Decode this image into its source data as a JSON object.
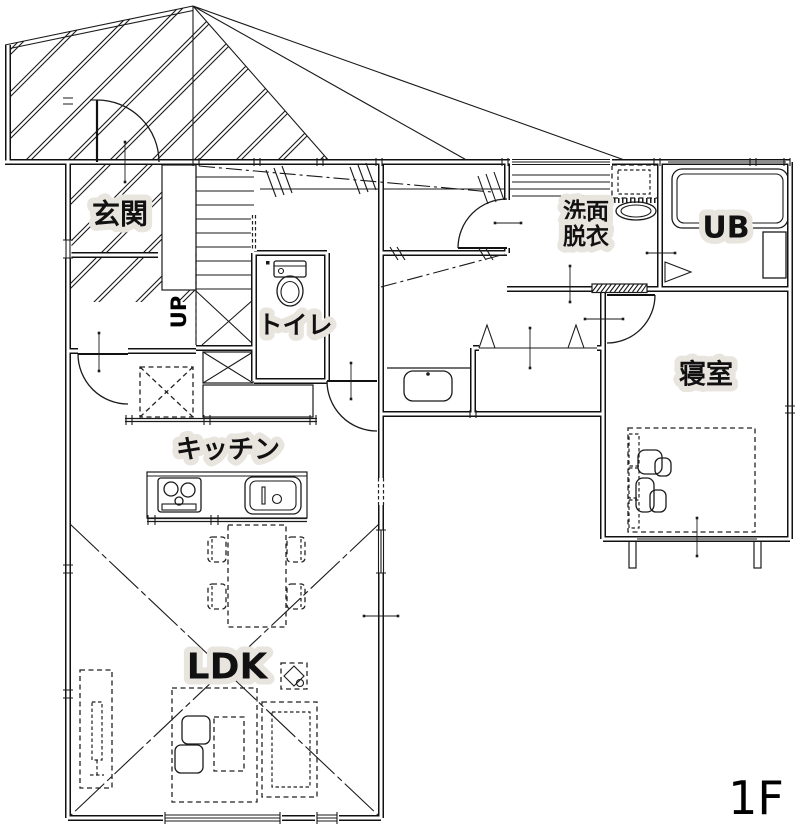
{
  "floor_label": "1F",
  "stairs": {
    "direction_label": "UP"
  },
  "rooms": {
    "genkan": {
      "label": "玄関"
    },
    "toilet": {
      "label": "トイレ"
    },
    "washroom": {
      "label_line1": "洗面",
      "label_line2": "脱衣"
    },
    "bath": {
      "label": "UB"
    },
    "bedroom": {
      "label": "寝室"
    },
    "kitchen": {
      "label": "キッチン"
    },
    "ldk": {
      "label": "LDK"
    }
  },
  "colors": {
    "line": "#1a1a1a",
    "paper": "#ffffff",
    "label_halo": "#e8e4de"
  }
}
